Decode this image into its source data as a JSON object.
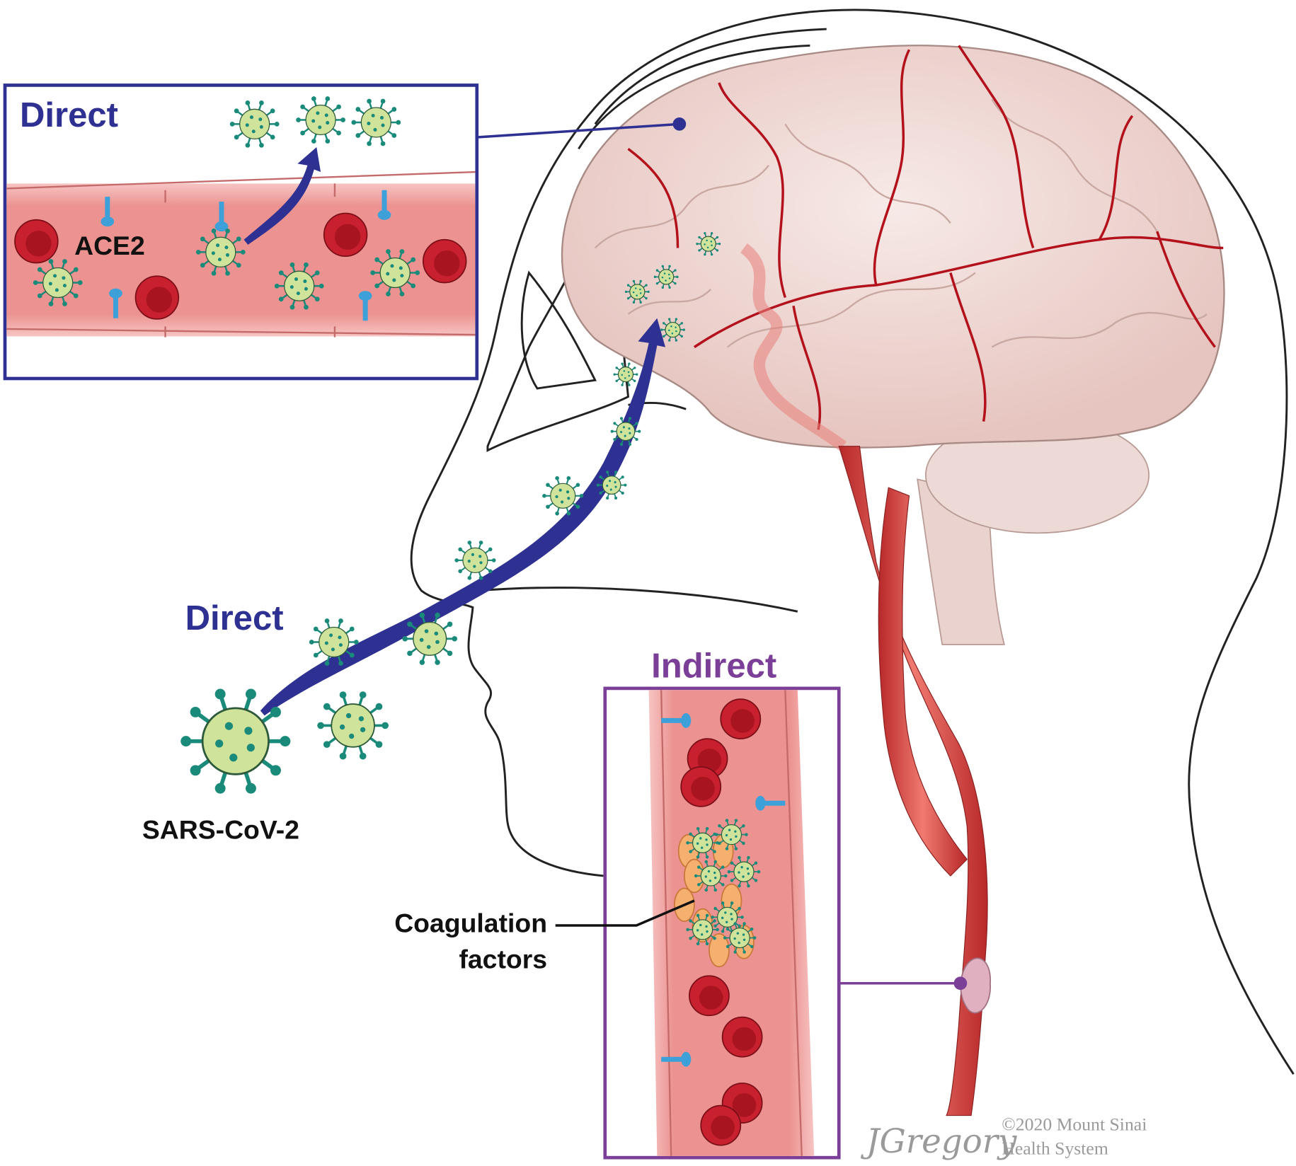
{
  "labels": {
    "direct_top": "Direct",
    "ace2": "ACE2",
    "direct_middle": "Direct",
    "indirect": "Indirect",
    "virus": "SARS-CoV-2",
    "coagulation_line1": "Coagulation",
    "coagulation_line2": "factors"
  },
  "credit": {
    "signature": "JGregory",
    "line1": "©2020 Mount Sinai",
    "line2": "Health System"
  },
  "colors": {
    "direct": "#2e3192",
    "indirect": "#7b3f98",
    "artery": "#d9403a",
    "vessel": "#ef9a98",
    "rbc": "#c8202e",
    "virus_body": "#cfe39a",
    "virus_spike": "#1a8a7a",
    "receptor": "#3ea0d8",
    "brain": "#f0dcd8"
  }
}
